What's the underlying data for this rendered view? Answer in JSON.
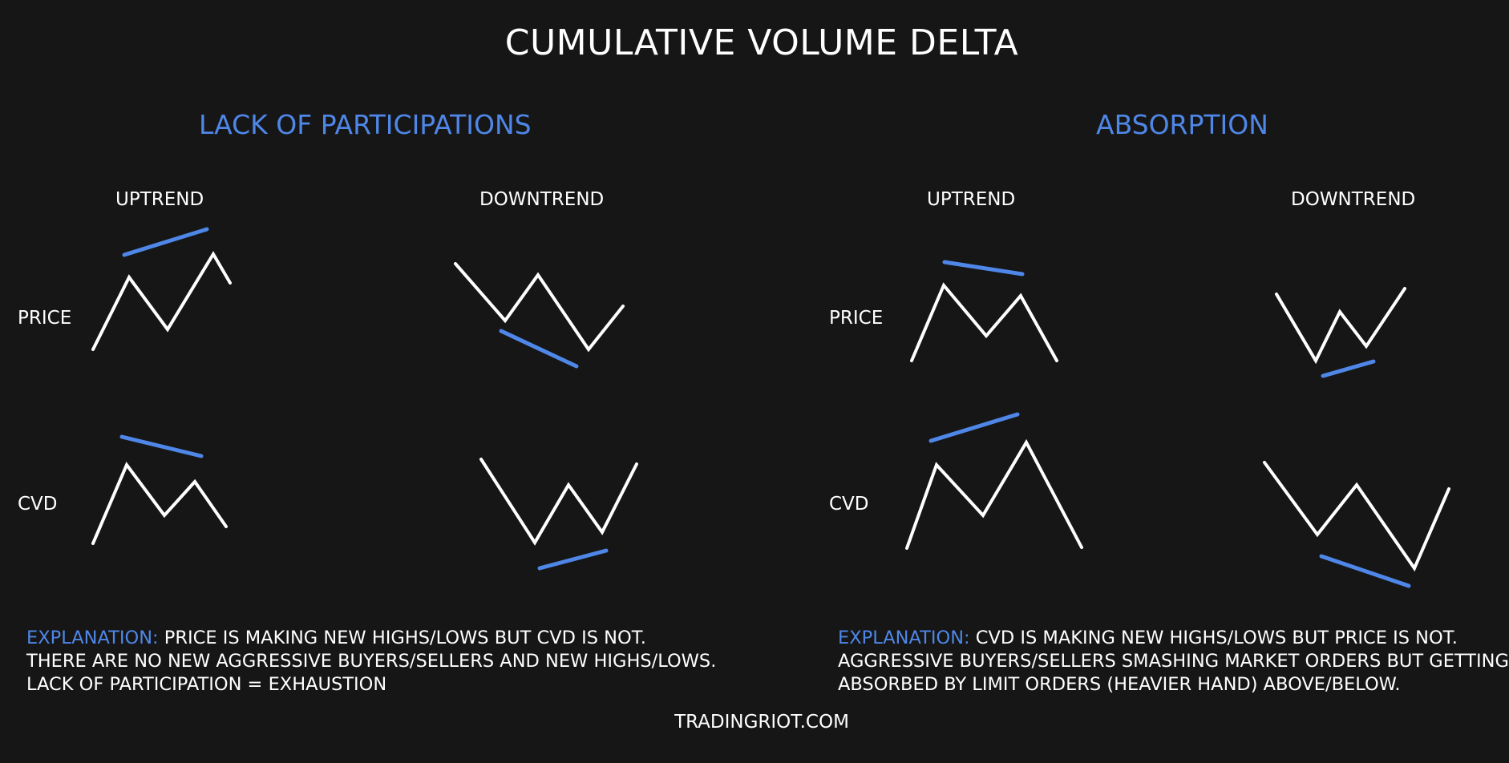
{
  "title": "CUMULATIVE VOLUME DELTA",
  "sections": [
    {
      "title": "LACK OF PARTICIPATIONS",
      "columns": [
        "UPTREND",
        "DOWNTREND"
      ],
      "rows": [
        "PRICE",
        "CVD"
      ],
      "explanation": {
        "label": "EXPLANATION:",
        "lines": [
          "PRICE IS MAKING NEW HIGHS/LOWS BUT CVD IS NOT.",
          "THERE ARE NO NEW AGGRESSIVE BUYERS/SELLERS AND NEW HIGHS/LOWS.",
          "LACK OF PARTICIPATION = EXHAUSTION"
        ]
      }
    },
    {
      "title": "ABSORPTION",
      "columns": [
        "UPTREND",
        "DOWNTREND"
      ],
      "rows": [
        "PRICE",
        "CVD"
      ],
      "explanation": {
        "label": "EXPLANATION:",
        "lines": [
          "CVD IS MAKING NEW HIGHS/LOWS BUT PRICE IS NOT.",
          "AGGRESSIVE BUYERS/SELLERS SMASHING MARKET ORDERS BUT GETTING",
          "ABSORBED BY LIMIT ORDERS (HEAVIER HAND) ABOVE/BELOW."
        ]
      }
    }
  ],
  "footer": "TRADINGRIOT.COM",
  "colors": {
    "background": "#161616",
    "text": "#ffffff",
    "accent": "#4f87e8",
    "zigzag": "#ffffff",
    "trendline": "#4f87e8"
  }
}
